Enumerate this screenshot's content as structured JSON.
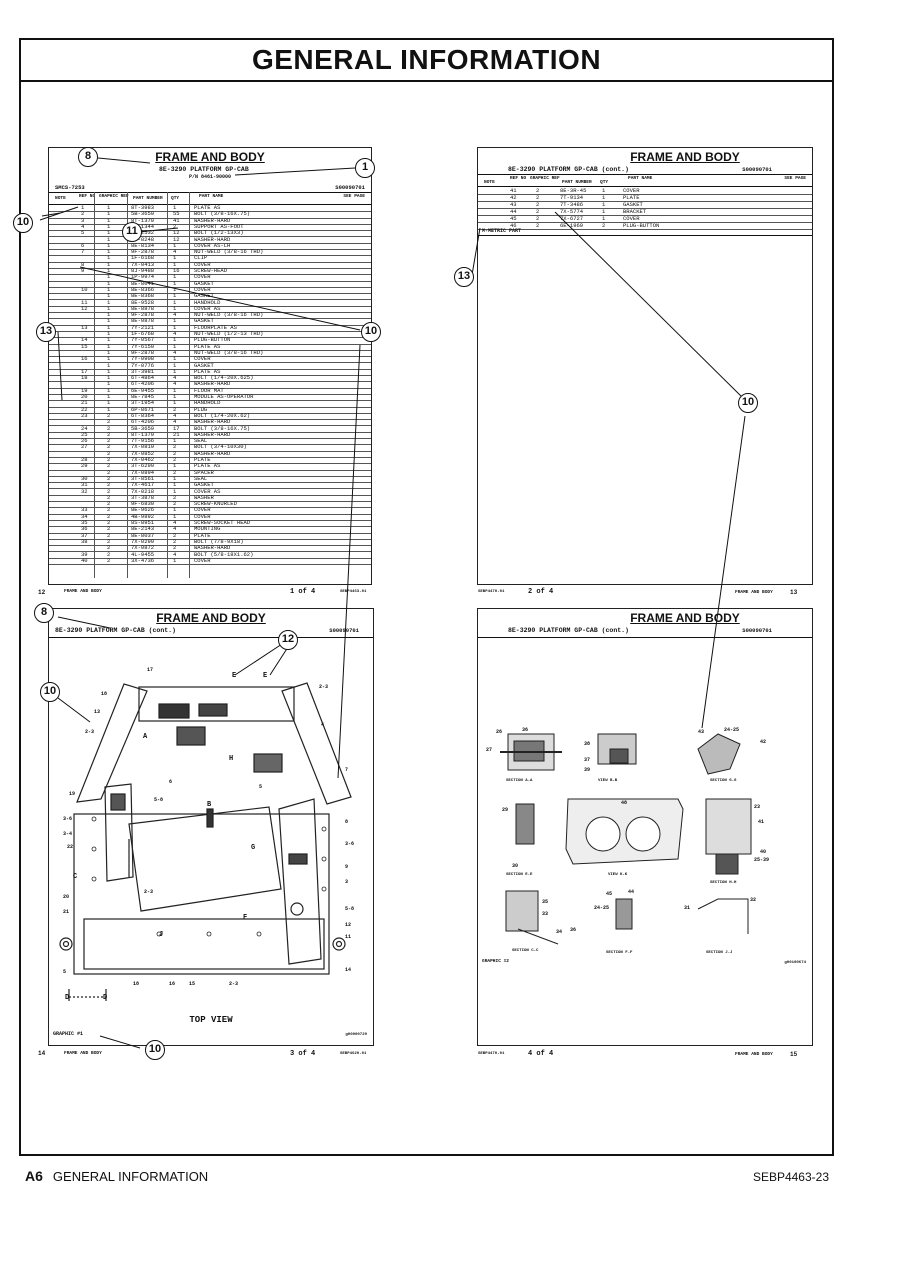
{
  "page": {
    "title": "GENERAL INFORMATION",
    "footer_section": "A6",
    "footer_text": "GENERAL INFORMATION",
    "footer_doc": "SEBP4463-23"
  },
  "panels": {
    "p1": {
      "title": "FRAME AND BODY",
      "subtitle": "8E-3290 PLATFORM GP-CAB",
      "serial_line": "P/N 8461-90000",
      "media": "SMCS-7253",
      "docnum": "S00090701",
      "head_note": "NOTE",
      "head_ref": "REF NO",
      "head_graphic": "GRAPHIC REF",
      "head_partnum": "PART NUMBER",
      "head_qty": "QTY",
      "head_partname": "PART NAME",
      "head_page": "SEE PAGE",
      "footer_page_num": "12",
      "footer_label": "FRAME AND BODY",
      "footer_pageof": "1 of 4",
      "footer_code": "SEBP4463-01",
      "rows": [
        {
          "ref": "1",
          "gr": "1",
          "pn": "8T-3983",
          "qty": "1",
          "name": "PLATE AS"
        },
        {
          "ref": "2",
          "gr": "1",
          "pn": "5B-3659",
          "qty": "55",
          "name": "BOLT (3/8-16X.75)"
        },
        {
          "ref": "3",
          "gr": "1",
          "pn": "8T-1370",
          "qty": "41",
          "name": "WASHER-HARD"
        },
        {
          "ref": "4",
          "gr": "1",
          "pn": "8E-1344",
          "qty": "2",
          "name": "SUPPORT AS-FOOT"
        },
        {
          "ref": "5",
          "gr": "1",
          "pn": "7X-2532",
          "qty": "12",
          "name": "BOLT (1/2-13X3)"
        },
        {
          "ref": "",
          "gr": "1",
          "pn": "5P-8248",
          "qty": "12",
          "name": "WASHER-HARD"
        },
        {
          "ref": "6",
          "gr": "1",
          "pn": "8E-8134",
          "qty": "1",
          "name": "COVER AS-LH"
        },
        {
          "ref": "7",
          "gr": "1",
          "pn": "9F-2878",
          "qty": "4",
          "name": "NUT-WELD (3/8-16 THD)"
        },
        {
          "ref": "",
          "gr": "1",
          "pn": "1F-6168",
          "qty": "1",
          "name": "CLIP"
        },
        {
          "ref": "8",
          "gr": "1",
          "pn": "7X-0413",
          "qty": "1",
          "name": "COVER"
        },
        {
          "ref": "9",
          "gr": "1",
          "pn": "8J-9488",
          "qty": "16",
          "name": "SCREW-HEAD"
        },
        {
          "ref": "",
          "gr": "1",
          "pn": "1P-9974",
          "qty": "1",
          "name": "COVER"
        },
        {
          "ref": "",
          "gr": "1",
          "pn": "8E-8041",
          "qty": "1",
          "name": "GASKET"
        },
        {
          "ref": "10",
          "gr": "1",
          "pn": "8E-8366",
          "qty": "1",
          "name": "COVER"
        },
        {
          "ref": "",
          "gr": "1",
          "pn": "8E-8368",
          "qty": "1",
          "name": "GASKET"
        },
        {
          "ref": "11",
          "gr": "1",
          "pn": "8E-9528",
          "qty": "1",
          "name": "HANDHOLD"
        },
        {
          "ref": "12",
          "gr": "1",
          "pn": "8E-8878",
          "qty": "1",
          "name": "COVER AS"
        },
        {
          "ref": "",
          "gr": "1",
          "pn": "9F-2878",
          "qty": "4",
          "name": "NUT-WELD (3/8-16 THD)"
        },
        {
          "ref": "",
          "gr": "1",
          "pn": "8E-0878",
          "qty": "1",
          "name": "GASKET"
        },
        {
          "ref": "13",
          "gr": "1",
          "pn": "7Y-2121",
          "qty": "1",
          "name": "FLOORPLATE AS"
        },
        {
          "ref": "",
          "gr": "1",
          "pn": "1F-6768",
          "qty": "4",
          "name": "NUT-WELD (1/2-13 THD)"
        },
        {
          "ref": "14",
          "gr": "1",
          "pn": "7Y-0567",
          "qty": "1",
          "name": "PLUG-BUTTON"
        },
        {
          "ref": "15",
          "gr": "1",
          "pn": "7Y-6150",
          "qty": "1",
          "name": "PLATE AS"
        },
        {
          "ref": "",
          "gr": "1",
          "pn": "9F-2878",
          "qty": "4",
          "name": "NUT-WELD (3/8-16 THD)"
        },
        {
          "ref": "16",
          "gr": "1",
          "pn": "7Y-0908",
          "qty": "1",
          "name": "COVER"
        },
        {
          "ref": "",
          "gr": "1",
          "pn": "7Y-0776",
          "qty": "1",
          "name": "GASKET"
        },
        {
          "ref": "17",
          "gr": "1",
          "pn": "3T-3981",
          "qty": "1",
          "name": "PLATE AS"
        },
        {
          "ref": "18",
          "gr": "1",
          "pn": "6T-4864",
          "qty": "4",
          "name": "BOLT (1/4-20X.625)"
        },
        {
          "ref": "",
          "gr": "1",
          "pn": "6T-4206",
          "qty": "4",
          "name": "WASHER-HARD"
        },
        {
          "ref": "19",
          "gr": "1",
          "pn": "6E-9455",
          "qty": "1",
          "name": "FLOOR MAT"
        },
        {
          "ref": "20",
          "gr": "1",
          "pn": "8E-7845",
          "qty": "1",
          "name": "MODULE AS-OPERATOR"
        },
        {
          "ref": "21",
          "gr": "1",
          "pn": "3T-1954",
          "qty": "1",
          "name": "HANDHOLD"
        },
        {
          "ref": "22",
          "gr": "1",
          "pn": "6P-8671",
          "qty": "2",
          "name": "PLUG"
        },
        {
          "ref": "23",
          "gr": "2",
          "pn": "6T-8364",
          "qty": "4",
          "name": "BOLT (1/4-20X.62)"
        },
        {
          "ref": "",
          "gr": "2",
          "pn": "6T-4206",
          "qty": "4",
          "name": "WASHER-HARD"
        },
        {
          "ref": "24",
          "gr": "2",
          "pn": "5B-3659",
          "qty": "17",
          "name": "BOLT (3/8-16X.75)"
        },
        {
          "ref": "25",
          "gr": "2",
          "pn": "8T-1370",
          "qty": "21",
          "name": "WASHER-HARD"
        },
        {
          "ref": "26",
          "gr": "2",
          "pn": "7T-9156",
          "qty": "1",
          "name": "SEAL"
        },
        {
          "ref": "27",
          "gr": "2",
          "pn": "7X-0819",
          "qty": "2",
          "name": "BOLT (3/4-10X30)"
        },
        {
          "ref": "",
          "gr": "2",
          "pn": "7X-0852",
          "qty": "2",
          "name": "WASHER-HARD"
        },
        {
          "ref": "28",
          "gr": "2",
          "pn": "7X-0462",
          "qty": "2",
          "name": "PLATE"
        },
        {
          "ref": "29",
          "gr": "2",
          "pn": "3T-6290",
          "qty": "1",
          "name": "PLATE AS"
        },
        {
          "ref": "",
          "gr": "2",
          "pn": "7X-0894",
          "qty": "2",
          "name": "SPACER"
        },
        {
          "ref": "30",
          "gr": "2",
          "pn": "3T-8561",
          "qty": "1",
          "name": "SEAL"
        },
        {
          "ref": "31",
          "gr": "2",
          "pn": "7X-4617",
          "qty": "1",
          "name": "GASKET"
        },
        {
          "ref": "32",
          "gr": "2",
          "pn": "7X-0218",
          "qty": "1",
          "name": "COVER AS"
        },
        {
          "ref": "",
          "gr": "2",
          "pn": "3T-3878",
          "qty": "2",
          "name": "WASHER"
        },
        {
          "ref": "",
          "gr": "2",
          "pn": "9F-6830",
          "qty": "2",
          "name": "SCREW-KNURLED"
        },
        {
          "ref": "33",
          "gr": "2",
          "pn": "8E-9626",
          "qty": "1",
          "name": "COVER"
        },
        {
          "ref": "34",
          "gr": "2",
          "pn": "4B-9892",
          "qty": "1",
          "name": "COVER"
        },
        {
          "ref": "35",
          "gr": "2",
          "pn": "8S-8951",
          "qty": "4",
          "name": "SCREW-SOCKET HEAD"
        },
        {
          "ref": "36",
          "gr": "2",
          "pn": "8E-2143",
          "qty": "4",
          "name": "MOUNTING"
        },
        {
          "ref": "37",
          "gr": "2",
          "pn": "8E-8037",
          "qty": "2",
          "name": "PLATE"
        },
        {
          "ref": "38",
          "gr": "2",
          "pn": "7X-0290",
          "qty": "2",
          "name": "BOLT (7/8-9X18)"
        },
        {
          "ref": "",
          "gr": "2",
          "pn": "7X-0872",
          "qty": "2",
          "name": "WASHER-HARD"
        },
        {
          "ref": "39",
          "gr": "2",
          "pn": "4L-9455",
          "qty": "4",
          "name": "BOLT (5/8-18X1.62)"
        },
        {
          "ref": "40",
          "gr": "2",
          "pn": "3X-4736",
          "qty": "1",
          "name": "COVER"
        }
      ]
    },
    "p2": {
      "title": "FRAME AND BODY",
      "subtitle": "8E-3290 PLATFORM GP-CAB (cont.)",
      "docnum": "S00090701",
      "head_note": "NOTE",
      "head_ref": "REF NO",
      "head_graphic": "GRAPHIC REF",
      "head_partnum": "PART NUMBER",
      "head_qty": "QTY",
      "head_partname": "PART NAME",
      "head_page": "SEE PAGE",
      "metric_note": "M-METRIC PART",
      "footer_code": "SEBP4470-01",
      "footer_pageof": "2 of 4",
      "footer_label": "FRAME AND BODY",
      "footer_page_num": "13",
      "rows": [
        {
          "ref": "41",
          "gr": "2",
          "pn": "8E-3R-45",
          "qty": "1",
          "name": "COVER"
        },
        {
          "ref": "42",
          "gr": "2",
          "pn": "7T-9134",
          "qty": "1",
          "name": "PLATE"
        },
        {
          "ref": "43",
          "gr": "2",
          "pn": "7T-3486",
          "qty": "1",
          "name": "GASKET"
        },
        {
          "ref": "44",
          "gr": "2",
          "pn": "7X-5774",
          "qty": "1",
          "name": "BRACKET"
        },
        {
          "ref": "45",
          "gr": "2",
          "pn": "7X-6727",
          "qty": "1",
          "name": "COVER"
        },
        {
          "ref": "46",
          "gr": "2",
          "pn": "6E-1969",
          "qty": "2",
          "name": "PLUG-BUTTON"
        }
      ]
    },
    "p3": {
      "title": "FRAME AND BODY",
      "subtitle": "8E-3290 PLATFORM GP-CAB (cont.)",
      "docnum": "S00090701",
      "view_caption": "TOP VIEW",
      "graphic_label": "GRAPHIC #1",
      "image_code": "g00000729",
      "footer_page_num": "14",
      "footer_label": "FRAME AND BODY",
      "footer_pageof": "3 of 4",
      "footer_code": "SEBP4620-01",
      "labels": {
        "l17": "17",
        "l18": "18",
        "l13": "13",
        "l23": "2-3",
        "l4": "4",
        "l5": "5",
        "l6": "6",
        "l58": "5-8",
        "l22": "22",
        "l34": "3-4",
        "l36": "3-6",
        "l20": "20",
        "l21": "21",
        "l19": "19",
        "l16": "16",
        "l15": "15",
        "l7": "7",
        "l8": "8",
        "l10": "10",
        "l11": "11",
        "l12": "12",
        "l14": "14",
        "l9": "9",
        "l3": "3",
        "lA": "A",
        "lB": "B",
        "lC": "C",
        "lD": "D",
        "lE": "E",
        "lF": "F",
        "lG": "G",
        "lH": "H",
        "lJ": "J"
      }
    },
    "p4": {
      "title": "FRAME AND BODY",
      "subtitle": "8E-3290 PLATFORM GP-CAB (cont.)",
      "docnum": "S00090701",
      "graphic_label": "GRAPHIC #2",
      "image_code": "g00100674",
      "footer_code": "SEBP4470-01",
      "footer_pageof": "4 of 4",
      "footer_label": "FRAME AND BODY",
      "footer_page_num": "15",
      "sections": {
        "aa": "SECTION A-A",
        "bb": "VIEW B-B",
        "gg": "SECTION G-G",
        "ee": "SECTION E-E",
        "kk": "VIEW K-K",
        "hh": "SECTION H-H",
        "cc": "SECTION C-C",
        "ff": "SECTION F-F",
        "jj": "SECTION J-J"
      },
      "labels": {
        "l26": "26",
        "l36": "36",
        "l27": "27",
        "l38": "38",
        "l37": "37",
        "l39": "39",
        "l43": "43",
        "l2425": "24-25",
        "l42": "42",
        "l29": "29",
        "l48": "48",
        "l23": "23",
        "l41": "41",
        "l40": "40",
        "l2539": "25-39",
        "l30": "30",
        "l35": "35",
        "l33": "33",
        "l34": "34",
        "l45": "45",
        "l44": "44",
        "l2425b": "24-25",
        "l31": "31",
        "l32": "32",
        "l36b": "36"
      }
    }
  },
  "callouts": {
    "c8a": "8",
    "c1": "1",
    "c10a": "10",
    "c11": "11",
    "c10b": "10",
    "c13a": "13",
    "c13b": "13",
    "c10c": "10",
    "c8b": "8",
    "c12": "12",
    "c10d": "10",
    "c10e": "10"
  }
}
